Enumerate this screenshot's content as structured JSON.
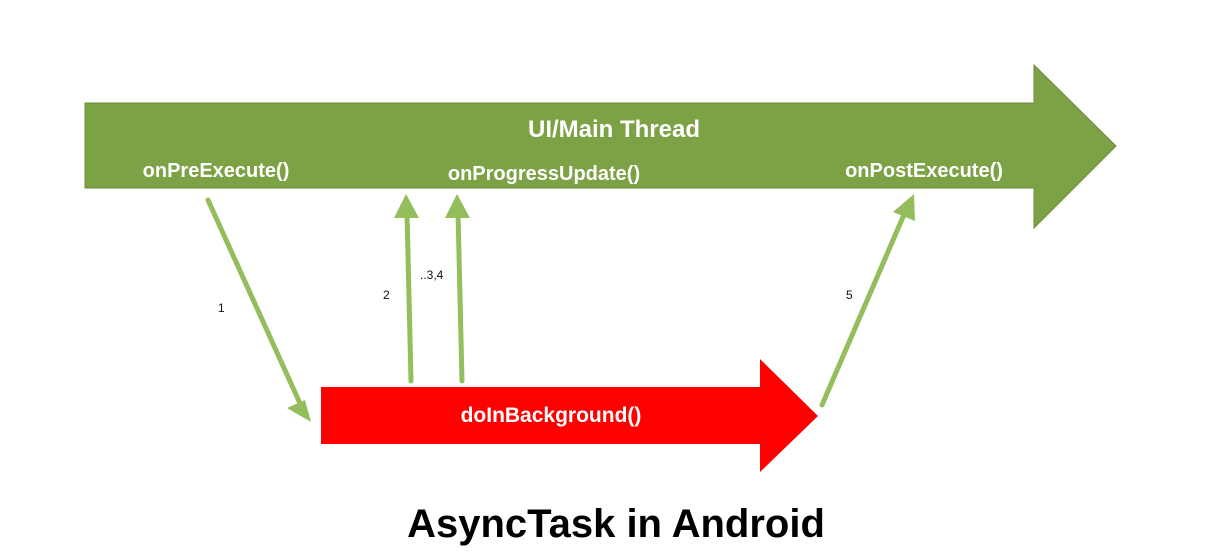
{
  "main_thread": {
    "label": "UI/Main Thread",
    "color": "#7da145"
  },
  "callbacks": {
    "pre_execute": "onPreExecute()",
    "progress_update": "onProgressUpdate()",
    "post_execute": "onPostExecute()"
  },
  "background": {
    "label": "doInBackground()",
    "color": "#ff0000"
  },
  "steps": {
    "one": "1",
    "two": "2",
    "three_four": "..3,4",
    "five": "5"
  },
  "connector_color": "#94bd5c",
  "caption": "AsyncTask in Android"
}
